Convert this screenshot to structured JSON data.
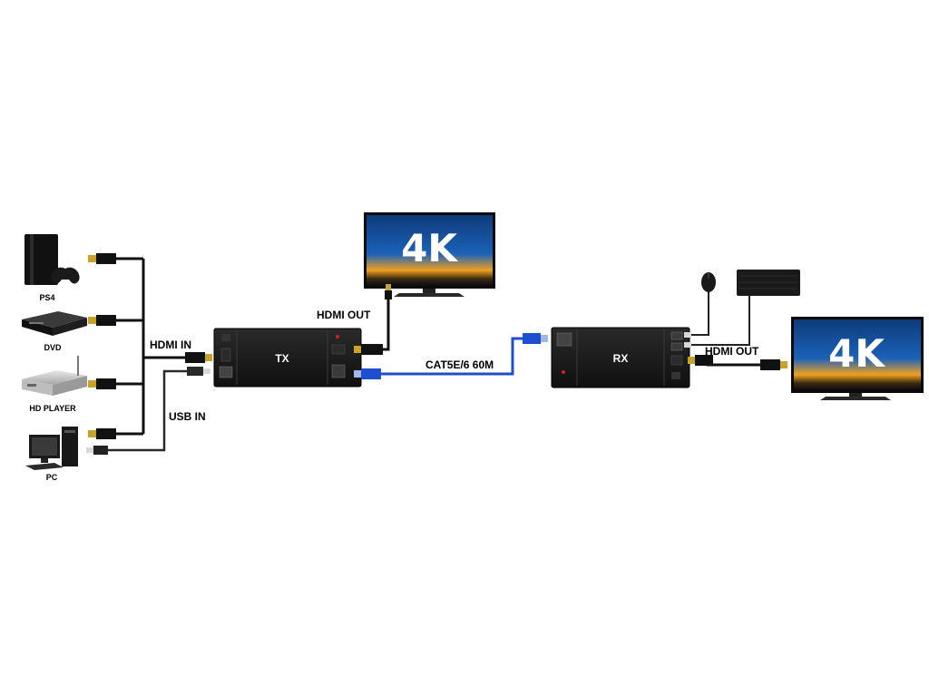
{
  "sources": [
    {
      "label": "PS4",
      "icon": "ps4-console-icon"
    },
    {
      "label": "DVD",
      "icon": "dvd-player-icon"
    },
    {
      "label": "HD PLAYER",
      "icon": "media-player-icon"
    },
    {
      "label": "PC",
      "icon": "desktop-pc-icon"
    }
  ],
  "connections": {
    "hdmi_in": "HDMI IN",
    "usb_in": "USB IN",
    "tx_hdmi_out": "HDMI OUT",
    "cable": "CAT5E/6 60M",
    "rx_hdmi_out": "HDMI OUT"
  },
  "units": {
    "tx": "TX",
    "rx": "RX"
  },
  "displays": {
    "screen_text": "4K"
  },
  "colors": {
    "device_body": "#1c1c1c",
    "cable_black": "#111111",
    "cable_blue": "#1f4fd1",
    "connector_gold": "#c9a227",
    "led_red": "#d81e1e"
  }
}
